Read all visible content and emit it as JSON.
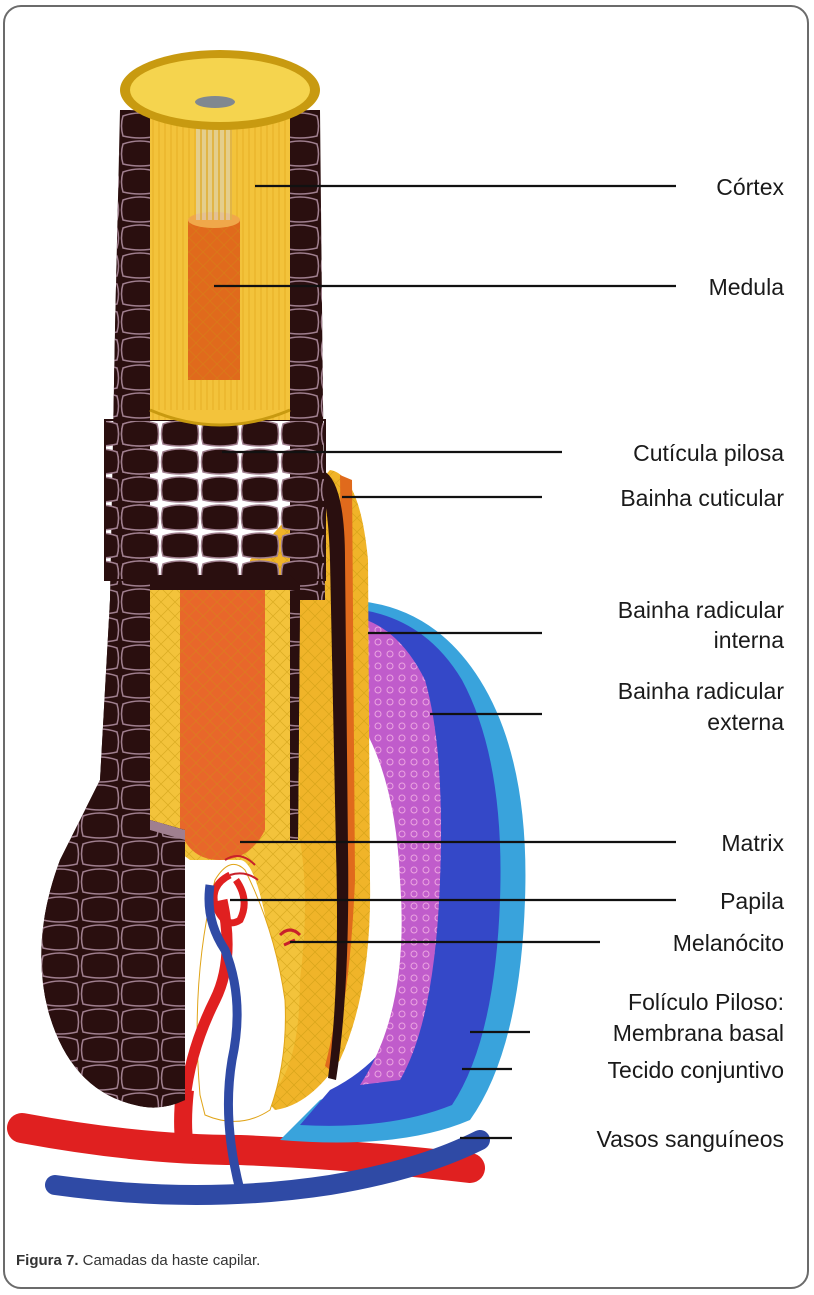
{
  "labels": {
    "cortex": "Córtex",
    "medula": "Medula",
    "cuticula": "Cutícula pilosa",
    "bainha_cuticular": "Bainha cuticular",
    "bainha_interna_1": "Bainha radicular",
    "bainha_interna_2": "interna",
    "bainha_externa_1": "Bainha radicular",
    "bainha_externa_2": "externa",
    "matrix": "Matrix",
    "papila": "Papila",
    "melanocito": "Melanócito",
    "foliculo_1": "Folículo Piloso:",
    "foliculo_2": "Membrana basal",
    "tecido": "Tecido conjuntivo",
    "vasos": "Vasos sanguíneos"
  },
  "caption": {
    "label": "Figura 7.",
    "text": " Camadas da haste capilar."
  }
}
